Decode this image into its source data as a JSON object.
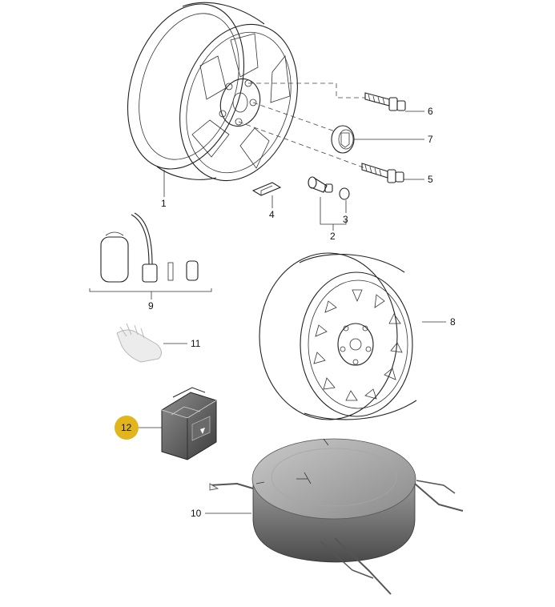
{
  "diagram": {
    "labels": {
      "p1": "1",
      "p2": "2",
      "p3": "3",
      "p4": "4",
      "p5": "5",
      "p6": "6",
      "p7": "7",
      "p8": "8",
      "p9": "9",
      "p10": "10",
      "p11": "11",
      "p12": "12"
    },
    "highlight": {
      "label_key": "p12",
      "color": "#e3b51c"
    }
  }
}
